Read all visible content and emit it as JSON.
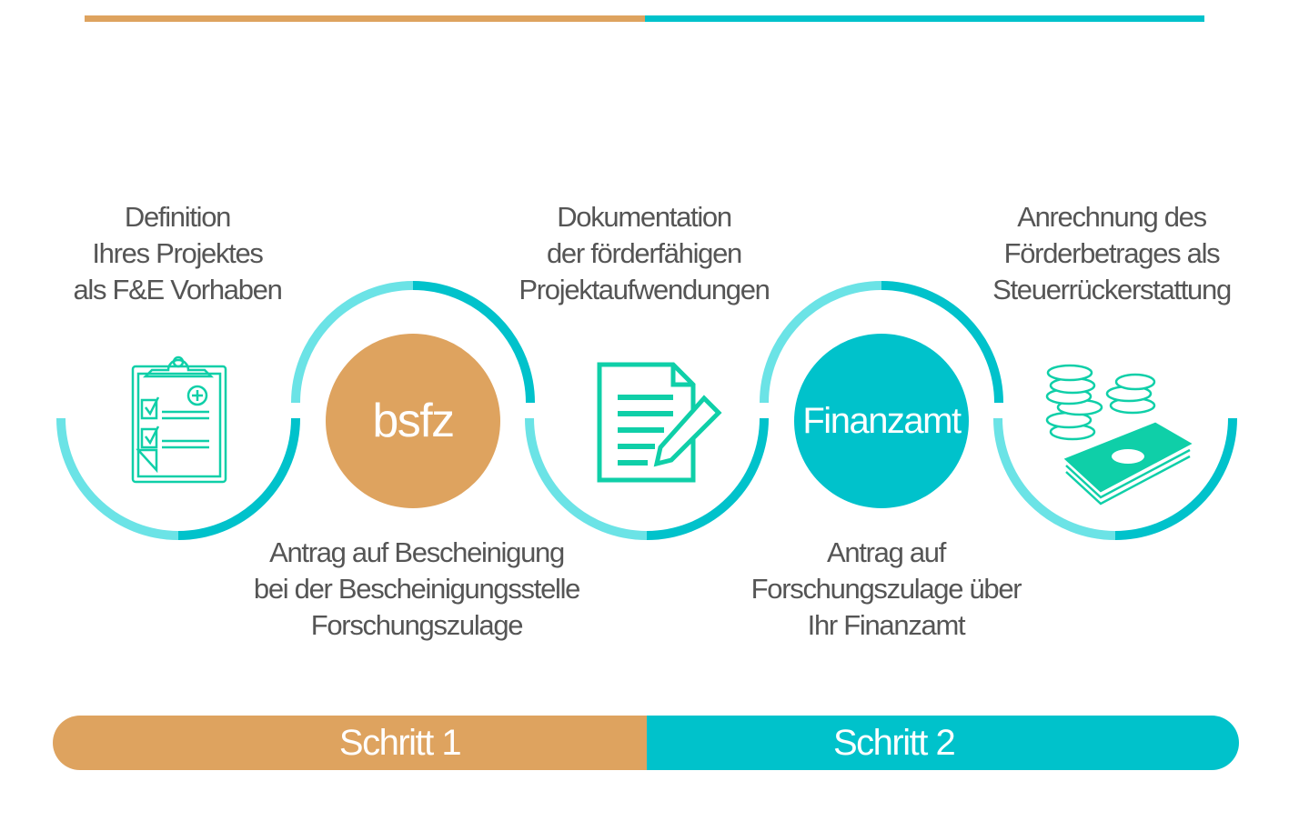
{
  "colors": {
    "step1": "#dea35f",
    "step2": "#00c2cb",
    "arc_light": "#6be3e6",
    "icon": "#0fcfa8",
    "text": "#555555"
  },
  "steps": [
    {
      "lines": [
        "Definition",
        "Ihres Projektes",
        "als F&E Vorhaben"
      ],
      "icon": "clipboard-checklist-icon"
    },
    {
      "lines": [
        "Antrag auf Bescheinigung",
        "bei der Bescheinigungsstelle",
        "Forschungszulage"
      ],
      "circle_label": "bsfz"
    },
    {
      "lines": [
        "Dokumentation",
        "der förderfähigen",
        "Projektaufwendungen"
      ],
      "icon": "document-pencil-icon"
    },
    {
      "lines": [
        "Antrag auf",
        "Forschungszulage über",
        "Ihr Finanzamt"
      ],
      "circle_label": "Finanzamt"
    },
    {
      "lines": [
        "Anrechnung des",
        "Förderbetrages als",
        "Steuerrückerstattung"
      ],
      "icon": "money-coins-icon"
    }
  ],
  "phases": [
    {
      "label": "Schritt 1"
    },
    {
      "label": "Schritt 2"
    }
  ]
}
